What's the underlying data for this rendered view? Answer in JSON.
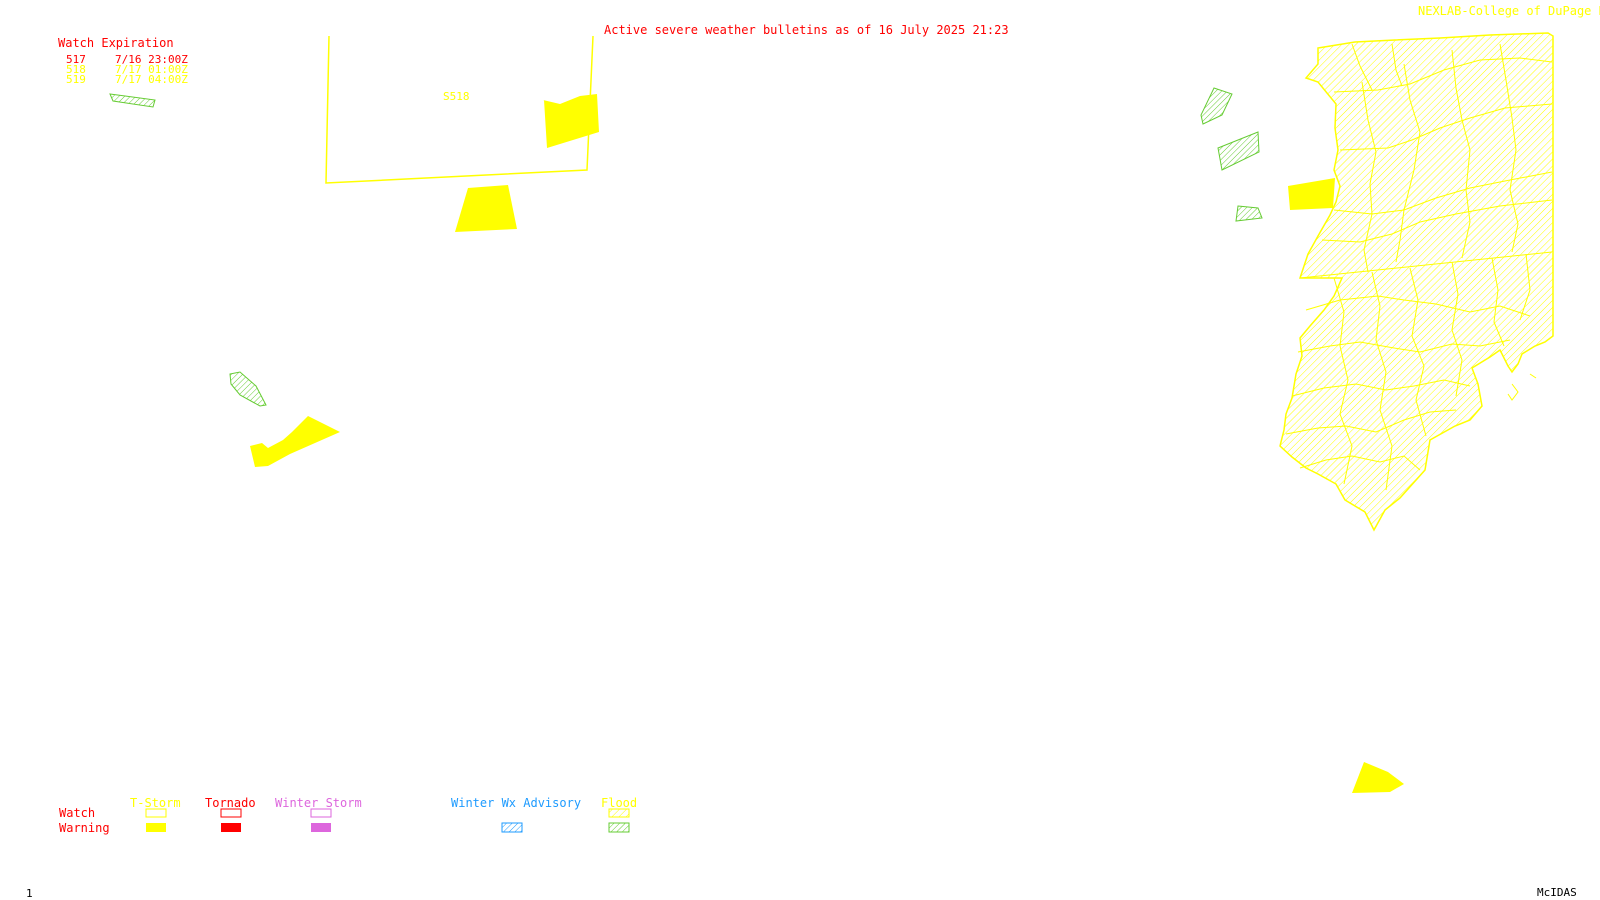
{
  "header": {
    "title": "Active severe weather bulletins as of 16 July 2025 21:23",
    "credit": "NEXLAB-College of DuPage R"
  },
  "watch_table": {
    "heading": "Watch Expiration",
    "rows": [
      {
        "id": "517",
        "expires": "7/16 23:00Z",
        "color": "#ff0000"
      },
      {
        "id": "518",
        "expires": "7/17 01:00Z",
        "color": "#ffff00"
      },
      {
        "id": "519",
        "expires": "7/17 04:00Z",
        "color": "#ffff00"
      }
    ]
  },
  "map_labels": {
    "watch_box_label": "S518"
  },
  "legend": {
    "row_watch": "Watch",
    "row_warning": "Warning",
    "categories": [
      {
        "label": "T-Storm",
        "color": "#ffff00",
        "watch_style": "outline",
        "warning_style": "filled"
      },
      {
        "label": "Tornado",
        "color": "#ff0000",
        "watch_style": "outline",
        "warning_style": "filled"
      },
      {
        "label": "Winter Storm",
        "color": "#dd66dd",
        "watch_style": "outline",
        "warning_style": "filled"
      },
      {
        "label": "Winter Wx Advisory",
        "color": "#1e9bff",
        "warning_style": "hatched"
      },
      {
        "label": "Flood",
        "color": "#ffff00",
        "warning_color": "#66cc33",
        "watch_style": "hatched",
        "warning_style": "hatched"
      }
    ]
  },
  "footer": {
    "frame_number": "1",
    "software": "McIDAS"
  },
  "colors": {
    "background": "#ffffff",
    "tstorm": "#ffff00",
    "tornado": "#ff0000",
    "winter_storm": "#dd66dd",
    "winter_advisory": "#1e9bff",
    "flood_warning": "#66cc33"
  }
}
